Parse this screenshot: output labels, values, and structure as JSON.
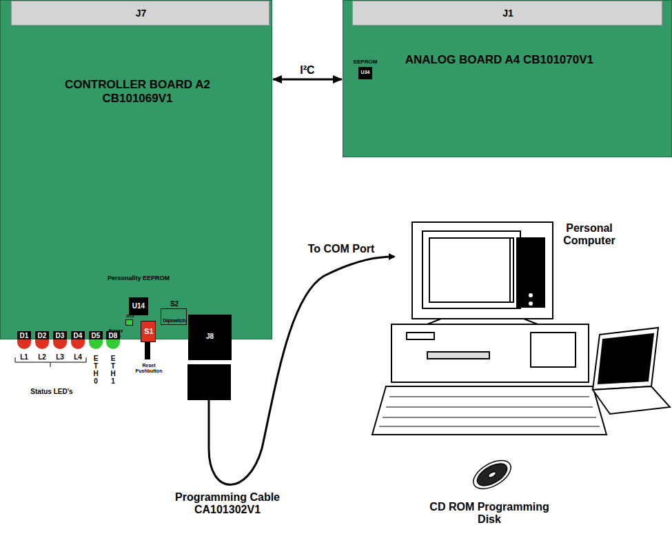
{
  "diagram": {
    "nodes": [
      {
        "text": [
          "CONTROLLER BOARD A2 CB101069V1"
        ]
      },
      {
        "text": [
          "J7"
        ],
        "in": 0
      },
      {
        "text": [
          "Personality EEPROM",
          "U14"
        ],
        "in": 0
      },
      {
        "text": [
          "D12",
          "Power LED"
        ],
        "in": 0
      },
      {
        "text": [
          "S1",
          "Reset Pushbutton"
        ],
        "in": 0
      },
      {
        "text": [
          "S2",
          "Dipswitch"
        ],
        "in": 0
      },
      {
        "text": [
          "J8"
        ],
        "in": 0
      },
      {
        "text": [
          "D1",
          "L1"
        ]
      },
      {
        "text": [
          "D2",
          "L2"
        ]
      },
      {
        "text": [
          "D3",
          "L3"
        ]
      },
      {
        "text": [
          "D4",
          "L4"
        ]
      },
      {
        "text": [
          "D5",
          "ETH0"
        ]
      },
      {
        "text": [
          "D8",
          "ETH1"
        ]
      },
      {
        "text": [
          "ANALOG BOARD A4 CB101070V1"
        ]
      },
      {
        "text": [
          "J1"
        ],
        "in": 13
      },
      {
        "text": [
          "EEPROM",
          "U34"
        ],
        "in": 13
      }
    ],
    "edges": [
      {
        "from": 0,
        "to": 13,
        "label": "I²C",
        "arrow": "both"
      }
    ],
    "labels": [
      "Status LED's",
      "To COM Port",
      "Personal Computer",
      "Programming Cable CA101302V1",
      "CD ROM Programming Disk"
    ]
  }
}
